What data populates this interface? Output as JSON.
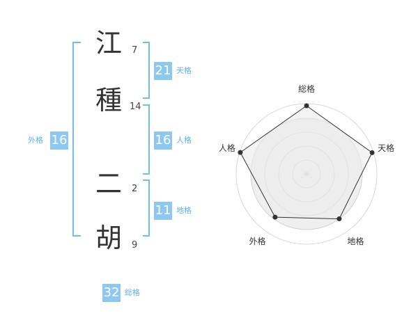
{
  "name": {
    "characters": [
      {
        "char": "江",
        "strokes": "7"
      },
      {
        "char": "種",
        "strokes": "14"
      },
      {
        "char": "二",
        "strokes": "2"
      },
      {
        "char": "胡",
        "strokes": "9"
      }
    ]
  },
  "fortunes": {
    "tenkaku": {
      "value": "21",
      "label": "天格"
    },
    "jinkaku": {
      "value": "16",
      "label": "人格"
    },
    "chikaku": {
      "value": "11",
      "label": "地格"
    },
    "gaikaku": {
      "value": "16",
      "label": "外格"
    },
    "soukaku": {
      "value": "32",
      "label": "総格"
    }
  },
  "chart_data": {
    "type": "radar",
    "axes": [
      "総格",
      "天格",
      "地格",
      "外格",
      "人格"
    ],
    "values": [
      0.97,
      0.98,
      0.79,
      0.76,
      0.99
    ],
    "rings": 4,
    "grid": true
  },
  "colors": {
    "accent": "#8cc8f0",
    "label_blue": "#5fb3e6",
    "bracket": "#74bdf0",
    "radar_fill": "#efefef",
    "radar_line": "#333333"
  }
}
